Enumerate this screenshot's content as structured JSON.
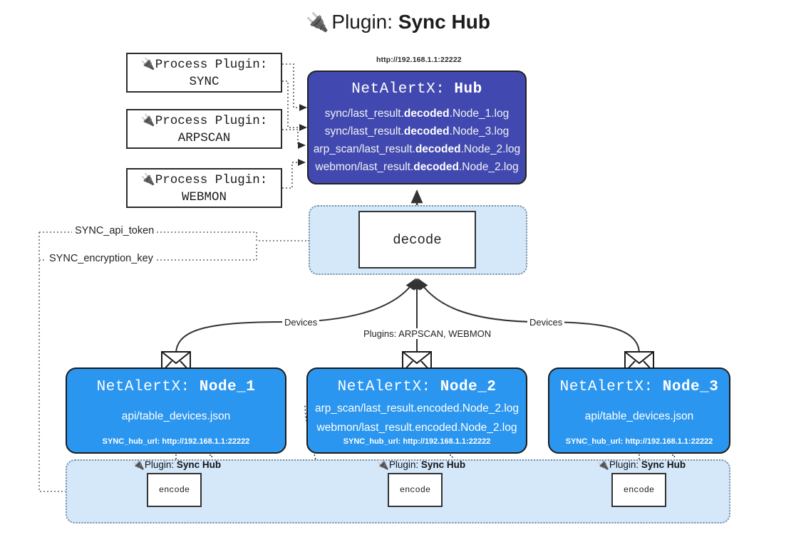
{
  "page": {
    "title_icon": "🔌",
    "title_prefix": "Plugin: ",
    "title_name": "Sync Hub"
  },
  "process_plugins": [
    {
      "icon": "🔌",
      "line1": "Process Plugin:",
      "line2": "SYNC"
    },
    {
      "icon": "🔌",
      "line1": "Process Plugin:",
      "line2": "ARPSCAN"
    },
    {
      "icon": "🔌",
      "line1": "Process Plugin:",
      "line2": "WEBMON"
    }
  ],
  "hub": {
    "url_label": "http://192.168.1.1:22222",
    "title_prefix": "NetAlertX: ",
    "title_name": "Hub",
    "logs": [
      {
        "pre": "sync/last_result.",
        "em": "decoded",
        "post": ".Node_1.log"
      },
      {
        "pre": "sync/last_result.",
        "em": "decoded",
        "post": ".Node_3.log"
      },
      {
        "pre": "arp_scan/last_result.",
        "em": "decoded",
        "post": ".Node_2.log"
      },
      {
        "pre": "webmon/last_result.",
        "em": "decoded",
        "post": ".Node_2.log"
      }
    ]
  },
  "decode": {
    "label": "decode"
  },
  "settings": {
    "api_token": "SYNC_api_token",
    "encryption_key": "SYNC_encryption_key"
  },
  "edge_labels": {
    "devices_left": "Devices",
    "devices_right": "Devices",
    "plugins_center": "Plugins: ARPSCAN, WEBMON"
  },
  "nodes": [
    {
      "title_prefix": "NetAlertX: ",
      "title_name": "Node_1",
      "lines": [
        "api/table_devices.json"
      ],
      "footer": "SYNC_hub_url: http://192.168.1.1:22222"
    },
    {
      "title_prefix": "NetAlertX: ",
      "title_name": "Node_2",
      "lines": [
        "arp_scan/last_result.encoded.Node_2.log",
        "webmon/last_result.encoded.Node_2.log"
      ],
      "footer": "SYNC_hub_url: http://192.168.1.1:22222"
    },
    {
      "title_prefix": "NetAlertX: ",
      "title_name": "Node_3",
      "lines": [
        "api/table_devices.json"
      ],
      "footer": "SYNC_hub_url: http://192.168.1.1:22222"
    }
  ],
  "encoders": [
    {
      "plugin_icon": "🔌",
      "plugin_prefix": "Plugin: ",
      "plugin_name": "Sync Hub",
      "label": "encode"
    },
    {
      "plugin_icon": "🔌",
      "plugin_prefix": "Plugin: ",
      "plugin_name": "Sync Hub",
      "label": "encode"
    },
    {
      "plugin_icon": "🔌",
      "plugin_prefix": "Plugin: ",
      "plugin_name": "Sync Hub",
      "label": "encode"
    }
  ],
  "colors": {
    "hub_fill": "#4149b0",
    "node_fill": "#2b96ef",
    "container_fill": "#d4e8fa",
    "stroke": "#2b2b2b"
  }
}
